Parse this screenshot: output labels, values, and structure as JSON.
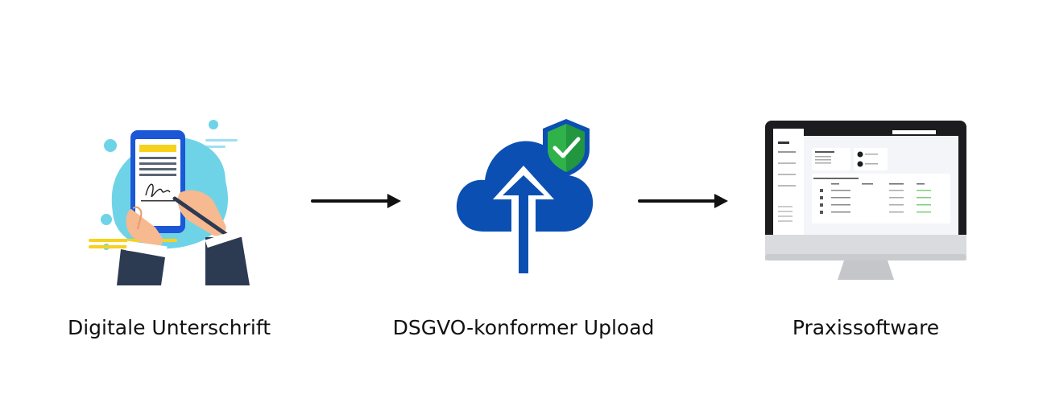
{
  "steps": [
    {
      "label": "Digitale Unterschrift",
      "icon": "phone-signature-icon"
    },
    {
      "label": "DSGVO-konformer Upload",
      "icon": "cloud-upload-shield-icon"
    },
    {
      "label": "Praxissoftware",
      "icon": "desktop-monitor-icon"
    }
  ],
  "colors": {
    "caption": "#111111",
    "arrow": "#111111",
    "accent_blue": "#0b4fb3",
    "phone_blue": "#1b57d6",
    "blob_cyan": "#6fd3e8",
    "shield_green": "#2fb24a",
    "yellow": "#f7d21d"
  }
}
